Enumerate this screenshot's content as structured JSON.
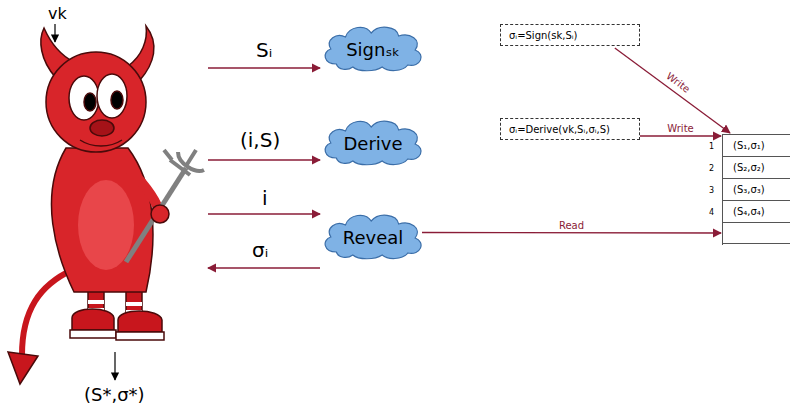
{
  "diagram": {
    "nodes": [
      {
        "text": [
          "Signₛₖ"
        ]
      },
      {
        "text": [
          "σᵢ=Sign(sk,Sᵢ)"
        ]
      },
      {
        "text": [
          "Derive"
        ]
      },
      {
        "text": [
          "σᵢ=Derive(vk,Sᵢ,σᵢ,S)"
        ]
      },
      {
        "text": [
          "Reveal"
        ]
      },
      {
        "text": [
          "1",
          "(S₁,σ₁)",
          "2",
          "(S₂,σ₂)",
          "3",
          "(S₃,σ₃)",
          "4",
          "(S₄,σ₄)"
        ]
      }
    ],
    "edges": [
      {
        "from": 1,
        "to": 5,
        "label": "Write",
        "arrow": "to"
      },
      {
        "from": 3,
        "to": 5,
        "label": "Write",
        "arrow": "to"
      },
      {
        "from": 4,
        "to": 5,
        "label": "Read",
        "arrow": "to"
      }
    ],
    "labels": [
      "vk",
      "Sᵢ",
      "(i,S)",
      "i",
      "σᵢ",
      "(S*,σ*)"
    ]
  }
}
